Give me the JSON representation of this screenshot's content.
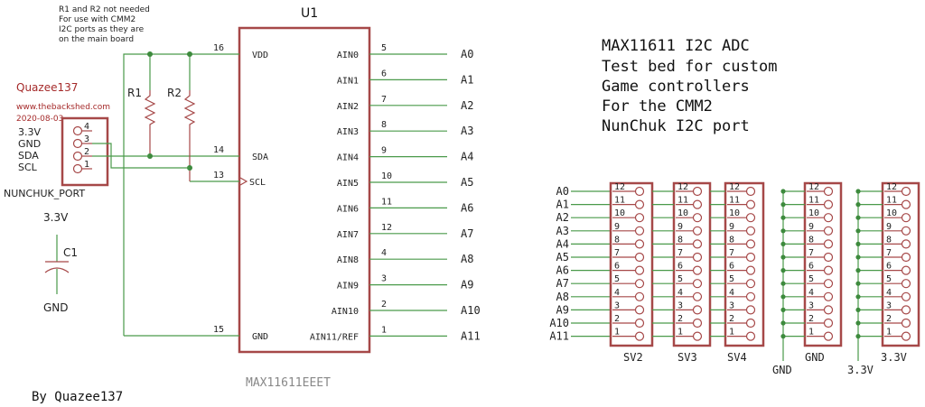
{
  "note": {
    "lines": [
      "R1 and R2 not needed",
      "For use with CMM2",
      "I2C ports as they are",
      "on the main board"
    ]
  },
  "author_block": {
    "name": "Quazee137",
    "website": "www.thebackshed.com",
    "date": "2020-08-03"
  },
  "signature": "By Quazee137",
  "title_block": {
    "lines": [
      "MAX11611 I2C ADC",
      "Test bed for custom",
      "Game controllers",
      "For the CMM2",
      "NunChuk I2C port"
    ]
  },
  "ic": {
    "ref": "U1",
    "part": "MAX11611EEET",
    "left_pins": [
      {
        "num": "16",
        "name": "VDD"
      },
      {
        "num": "14",
        "name": "SDA"
      },
      {
        "num": "13",
        "name": "SCL"
      },
      {
        "num": "15",
        "name": "GND"
      }
    ],
    "right_pins": [
      {
        "num": "5",
        "name": "AIN0",
        "net": "A0"
      },
      {
        "num": "6",
        "name": "AIN1",
        "net": "A1"
      },
      {
        "num": "7",
        "name": "AIN2",
        "net": "A2"
      },
      {
        "num": "8",
        "name": "AIN3",
        "net": "A3"
      },
      {
        "num": "9",
        "name": "AIN4",
        "net": "A4"
      },
      {
        "num": "10",
        "name": "AIN5",
        "net": "A5"
      },
      {
        "num": "11",
        "name": "AIN6",
        "net": "A6"
      },
      {
        "num": "12",
        "name": "AIN7",
        "net": "A7"
      },
      {
        "num": "4",
        "name": "AIN8",
        "net": "A8"
      },
      {
        "num": "3",
        "name": "AIN9",
        "net": "A9"
      },
      {
        "num": "2",
        "name": "AIN10",
        "net": "A10"
      },
      {
        "num": "1",
        "name": "AIN11/REF",
        "net": "A11"
      }
    ]
  },
  "resistors": [
    {
      "ref": "R1"
    },
    {
      "ref": "R2"
    }
  ],
  "nunchuk_port": {
    "ref": "NUNCHUK_PORT",
    "pins": [
      {
        "num": "4",
        "label": "3.3V"
      },
      {
        "num": "3",
        "label": "GND"
      },
      {
        "num": "2",
        "label": "SDA"
      },
      {
        "num": "1",
        "label": "SCL"
      }
    ]
  },
  "capacitor": {
    "ref": "C1",
    "top_label": "3.3V",
    "bottom_label": "GND"
  },
  "header_nets": [
    "A0",
    "A1",
    "A2",
    "A3",
    "A4",
    "A5",
    "A6",
    "A7",
    "A8",
    "A9",
    "A10",
    "A11"
  ],
  "header_pin_numbers": [
    "12",
    "11",
    "10",
    "9",
    "8",
    "7",
    "6",
    "5",
    "4",
    "3",
    "2",
    "1"
  ],
  "headers": [
    {
      "ref": "SV2",
      "bus_label": ""
    },
    {
      "ref": "SV3",
      "bus_label": ""
    },
    {
      "ref": "SV4",
      "bus_label": ""
    },
    {
      "ref": "GND",
      "bus_label": "GND"
    },
    {
      "ref": "3.3V",
      "bus_label": "3.3V"
    }
  ]
}
